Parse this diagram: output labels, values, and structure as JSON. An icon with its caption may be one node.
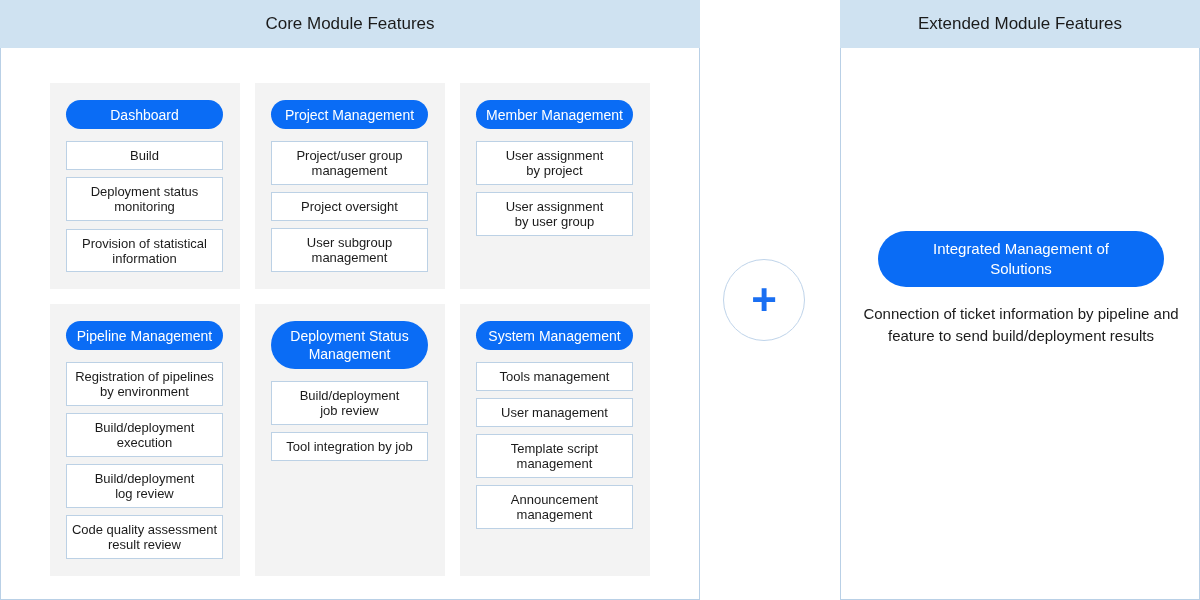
{
  "diagram": {
    "nodes": [
      {
        "text": [
          "Core Module Features"
        ]
      },
      {
        "text": [],
        "shape": "box",
        "in": 0
      },
      {
        "text": [
          "Dashboard"
        ],
        "in": 1
      },
      {
        "text": [
          "Build"
        ],
        "in": 1
      },
      {
        "text": [
          "Deployment status monitoring"
        ],
        "in": 1
      },
      {
        "text": [
          "Provision of statistical information"
        ],
        "in": 1
      },
      {
        "text": [],
        "shape": "box",
        "in": 0
      },
      {
        "text": [
          "Project Management"
        ],
        "in": 6
      },
      {
        "text": [
          "Project/user group management"
        ],
        "in": 6
      },
      {
        "text": [
          "Project oversight"
        ],
        "in": 6
      },
      {
        "text": [
          "User subgroup management"
        ],
        "in": 6
      },
      {
        "text": [],
        "shape": "box",
        "in": 0
      },
      {
        "text": [
          "Member Management"
        ],
        "in": 11
      },
      {
        "text": [
          "User assignment by project"
        ],
        "in": 11
      },
      {
        "text": [
          "User assignment by user group"
        ],
        "in": 11
      },
      {
        "text": [],
        "shape": "box",
        "in": 0
      },
      {
        "text": [
          "Pipeline Management"
        ],
        "in": 15
      },
      {
        "text": [
          "Registration of pipelines by environment"
        ],
        "in": 15
      },
      {
        "text": [
          "Build/deployment execution"
        ],
        "in": 15
      },
      {
        "text": [
          "Build/deployment log review"
        ],
        "in": 15
      },
      {
        "text": [
          "Code quality assessment result review"
        ],
        "in": 15
      },
      {
        "text": [],
        "shape": "box",
        "in": 0
      },
      {
        "text": [
          "Deployment Status Management"
        ],
        "in": 21
      },
      {
        "text": [
          "Build/deployment job review"
        ],
        "in": 21
      },
      {
        "text": [
          "Tool integration by job"
        ],
        "in": 21
      },
      {
        "text": [],
        "shape": "box",
        "in": 0
      },
      {
        "text": [
          "System Management"
        ],
        "in": 25
      },
      {
        "text": [
          "Tools management"
        ],
        "in": 25
      },
      {
        "text": [
          "User management"
        ],
        "in": 25
      },
      {
        "text": [
          "Template script management"
        ],
        "in": 25
      },
      {
        "text": [
          "Announcement management"
        ],
        "in": 25
      },
      {
        "text": [
          "+"
        ]
      },
      {
        "text": [
          "Extended Module Features"
        ]
      },
      {
        "text": [
          "Integrated Management of Solutions"
        ],
        "in": 32,
        "beside": [
          "Connection of ticket information by pipeline and feature to send build/deployment results"
        ]
      }
    ],
    "edges": []
  }
}
